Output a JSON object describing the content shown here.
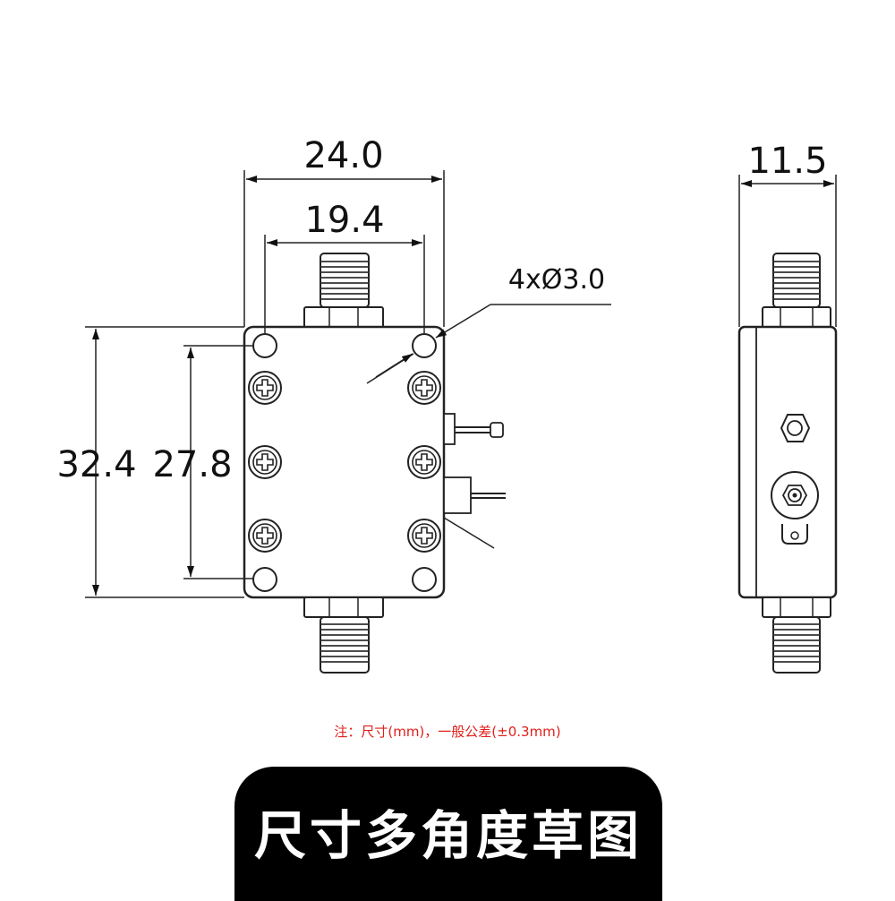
{
  "drawing": {
    "front_view": {
      "width_overall": "24.0",
      "width_hole_spacing": "19.4",
      "height_overall": "32.4",
      "height_hole_spacing": "27.8",
      "hole_callout": "4xØ3.0"
    },
    "side_view": {
      "depth": "11.5"
    }
  },
  "note": {
    "text": "注：尺寸(mm)，一般公差(±0.3mm)",
    "color": "#e0201b"
  },
  "footer": {
    "title": "尺寸多角度草图",
    "background": "#000000"
  }
}
